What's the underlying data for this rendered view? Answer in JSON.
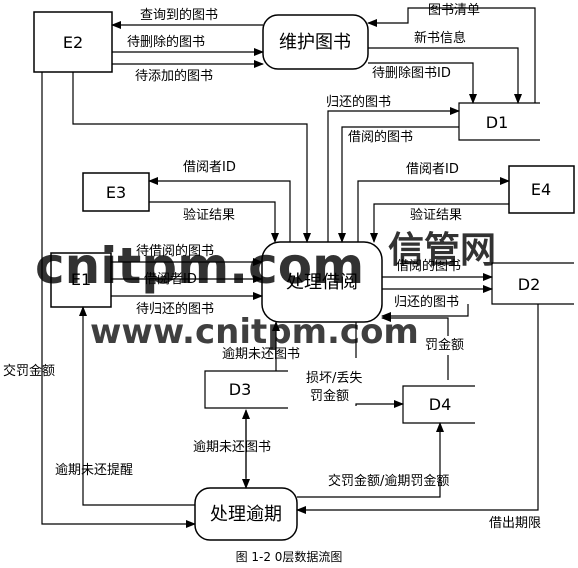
{
  "caption": "图 1-2    0层数据流图",
  "watermark": {
    "main": "cnitpm.com",
    "cn": "信管网",
    "url": "www.cnitpm.com"
  },
  "entities": {
    "e1": "E1",
    "e2": "E2",
    "e3": "E3",
    "e4": "E4"
  },
  "processes": {
    "maintain": "维护图书",
    "borrow": "处理借阅",
    "overdue": "处理逾期"
  },
  "stores": {
    "d1": "D1",
    "d2": "D2",
    "d3": "D3",
    "d4": "D4"
  },
  "flows": {
    "queried_books": "查询到的图书",
    "books_to_delete": "待删除的图书",
    "books_to_add": "待添加的图书",
    "book_list": "图书清单",
    "new_book_info": "新书信息",
    "delete_book_id": "待删除图书ID",
    "returned_books_d1": "归还的图书",
    "borrowed_books_d1": "借阅的图书",
    "borrower_id_e3": "借阅者ID",
    "verify_result_e3": "验证结果",
    "borrower_id_e4": "借阅者ID",
    "verify_result_e4": "验证结果",
    "books_to_borrow": "待借阅的图书",
    "borrower_id_e1": "借阅者ID",
    "books_to_return": "待归还的图书",
    "borrowed_books_d2": "借阅的图书",
    "returned_books_d2": "归还的图书",
    "fine_amount": "罚金额",
    "overdue_books_up": "逾期未还图书",
    "damage_loss": "损坏/丢失",
    "fine_amount_2": "罚金额",
    "overdue_books_down": "逾期未还图书",
    "overdue_reminder": "逾期未还提醒",
    "paid_fines": "交罚金额/逾期罚金额",
    "pay_fine": "交罚金额",
    "borrow_period": "借出期限"
  }
}
